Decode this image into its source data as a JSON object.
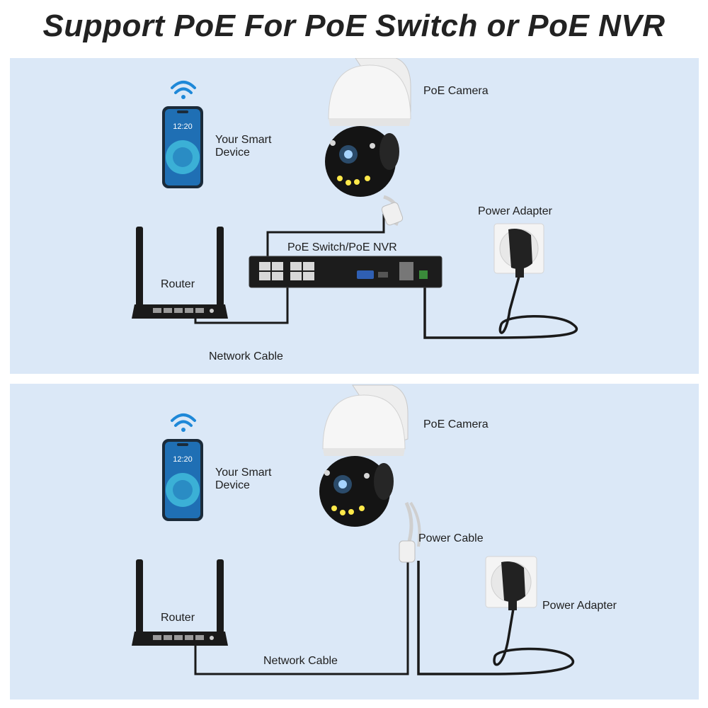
{
  "title": "Support PoE For PoE Switch or PoE NVR",
  "colors": {
    "panel_bg": "#dbe8f7",
    "cable": "#1a1a1a",
    "wifi": "#1e88d8",
    "phone_screen": "#1f6fb4"
  },
  "icons": [
    "wifi-icon",
    "smartphone-icon",
    "camera-icon",
    "router-icon",
    "poe-switch-icon",
    "power-adapter-icon",
    "wall-socket-icon"
  ],
  "panels": [
    {
      "labels": {
        "smart_device": "Your Smart\nDevice",
        "poe_camera": "PoE Camera",
        "power_adapter": "Power Adapter",
        "poe_switch": "PoE Switch/PoE NVR",
        "router": "Router",
        "network_cable": "Network Cable"
      },
      "phone_time": "12:20"
    },
    {
      "labels": {
        "smart_device": "Your Smart\nDevice",
        "poe_camera": "PoE Camera",
        "power_cable": "Power Cable",
        "power_adapter": "Power Adapter",
        "router": "Router",
        "network_cable": "Network Cable"
      },
      "phone_time": "12:20"
    }
  ]
}
